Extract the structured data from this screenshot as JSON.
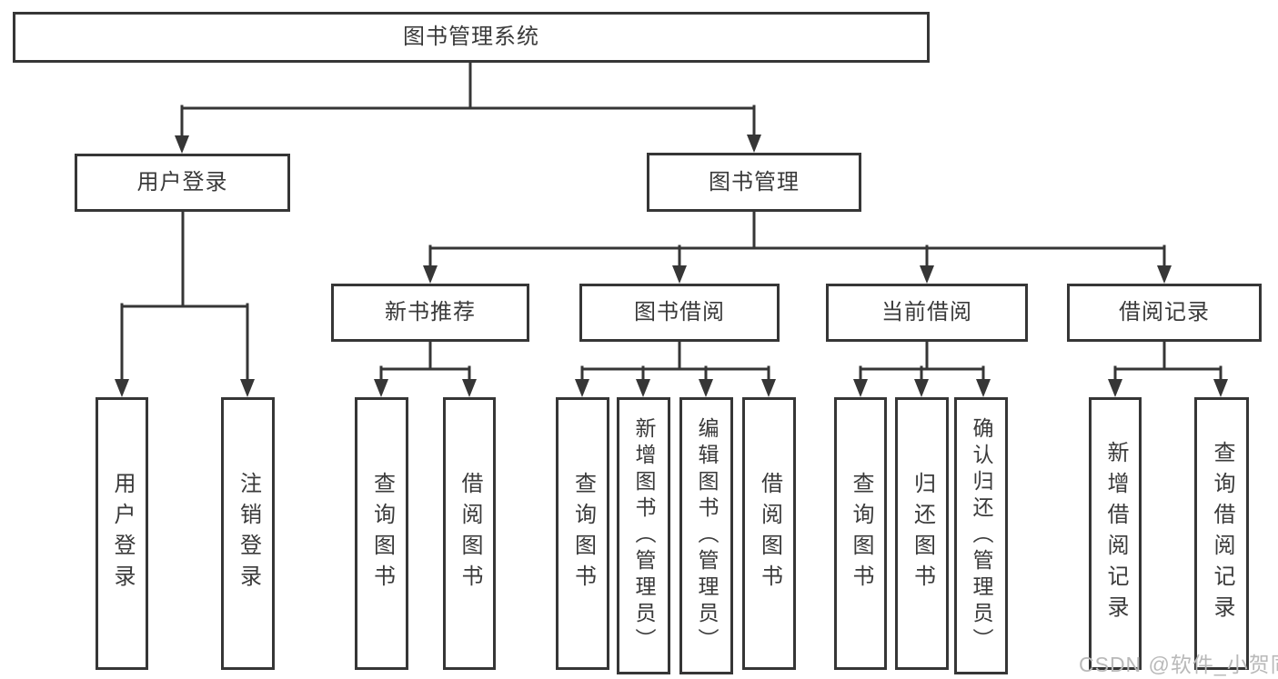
{
  "diagram": {
    "nodes": {
      "root": {
        "label": "图书管理系统"
      },
      "user_login": {
        "label": "用户登录"
      },
      "book_mgmt": {
        "label": "图书管理"
      },
      "new_book_rec": {
        "label": "新书推荐"
      },
      "book_borrow": {
        "label": "图书借阅"
      },
      "current_borrow": {
        "label": "当前借阅"
      },
      "borrow_record": {
        "label": "借阅记录"
      },
      "leaf_user_login": {
        "label": "用户登录"
      },
      "leaf_logout": {
        "label": "注销登录"
      },
      "leaf_query_book_rec": {
        "label": "查询图书"
      },
      "leaf_borrow_book_rec": {
        "label": "借阅图书"
      },
      "leaf_query_book_borrow": {
        "label": "查询图书"
      },
      "leaf_add_book_admin": {
        "label": "新增图书（管理员）"
      },
      "leaf_edit_book_admin": {
        "label": "编辑图书（管理员）"
      },
      "leaf_borrow_book_borrow": {
        "label": "借阅图书"
      },
      "leaf_query_book_current": {
        "label": "查询图书"
      },
      "leaf_return_book": {
        "label": "归还图书"
      },
      "leaf_confirm_return_admin": {
        "label": "确认归还（管理员）"
      },
      "leaf_add_borrow_record": {
        "label": "新增借阅记录"
      },
      "leaf_query_borrow_record": {
        "label": "查询借阅记录"
      }
    },
    "watermark": "CSDN @软件_小贺同学",
    "colors": {
      "line": "#363636",
      "text": "#3a3a3a",
      "watermark": "#b9b9b9",
      "background": "#ffffff"
    }
  }
}
